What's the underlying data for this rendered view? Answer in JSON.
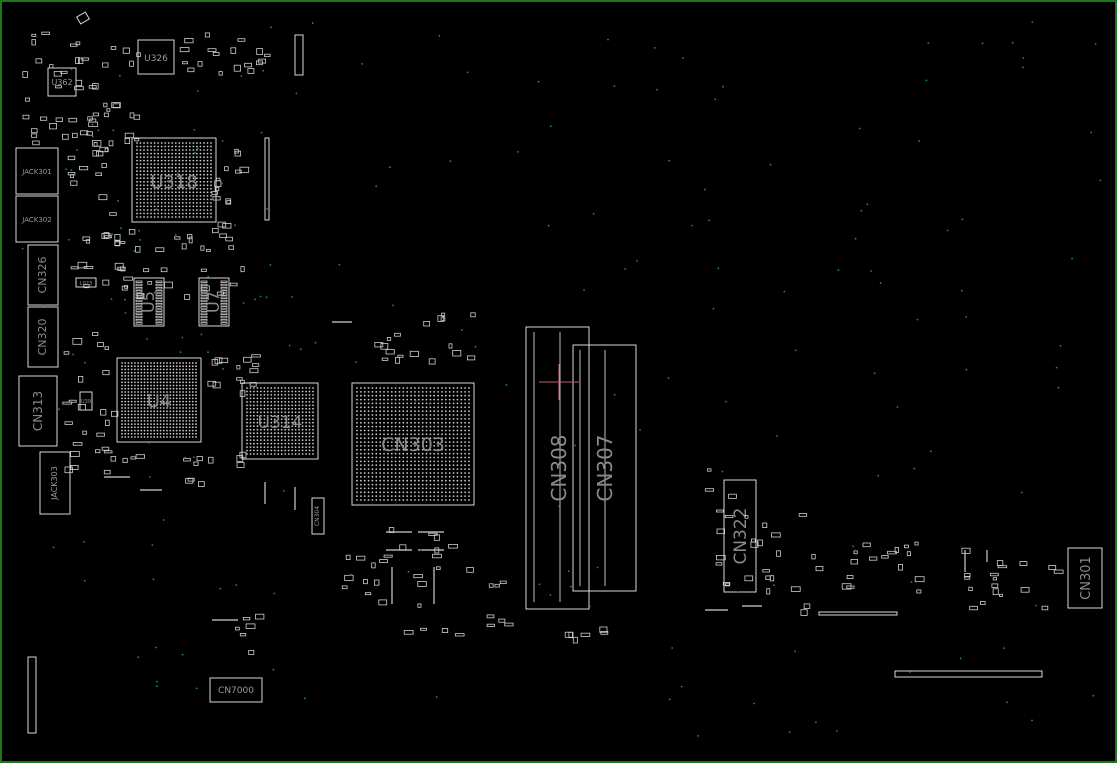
{
  "colors": {
    "background": "#000000",
    "frame": "#1a7a1a",
    "outline": "#d8d8d8",
    "label": "#8a8a8a",
    "via": "#1c8c6c",
    "marker": "#c06070"
  },
  "labels": {
    "u326": "U326",
    "u362": "U362",
    "u318": "U318",
    "jack301": "JACK301",
    "jack302": "JACK302",
    "cn326": "CN326",
    "u5": "U5",
    "u7": "U7",
    "cn320": "CN320",
    "cn313": "CN313",
    "u4": "U4",
    "u314": "U314",
    "cn303": "CN303",
    "jack303": "JACK303",
    "cn308": "CN308",
    "cn307": "CN307",
    "cn322": "CN322",
    "cn301": "CN301",
    "cn7000": "CN7000",
    "cn304": "CN304",
    "l023": "L023",
    "u39": "U39"
  }
}
